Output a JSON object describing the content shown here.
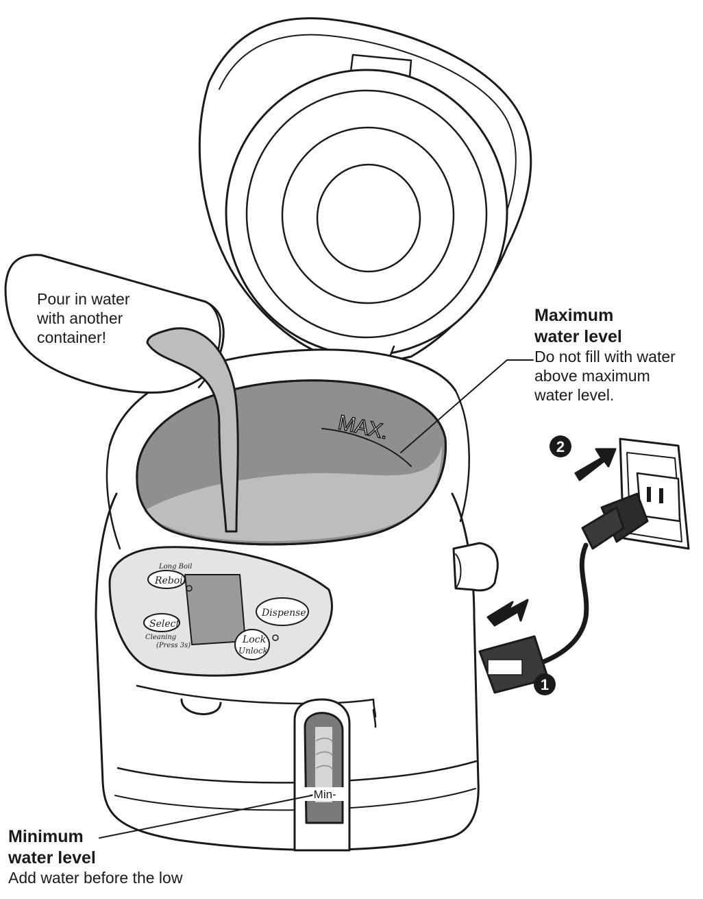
{
  "pour_note": [
    "Pour in water",
    "with another",
    "container!"
  ],
  "max_label": {
    "title": [
      "Maximum",
      "water level"
    ],
    "desc": [
      "Do not fill with water",
      "above maximum",
      "water level."
    ]
  },
  "min_label": {
    "title": [
      "Minimum",
      "water level"
    ],
    "desc": [
      "Add water before the low"
    ]
  },
  "max_mark_text": "MAX.",
  "min_mark_text": "-Min-",
  "control_panel": {
    "long_boil": "Long Boil",
    "reboil": "Reboil",
    "select": "Select",
    "cleaning": "Cleaning",
    "press3s": "(Press 3s)",
    "dispense": "Dispense",
    "lock": "Lock",
    "unlock": "Unlock"
  },
  "steps": {
    "step1": "1",
    "step2": "2"
  },
  "colors": {
    "line": "#1a1a1a",
    "panel": "#e4e4e4",
    "water": "#bdbdbd",
    "inner": "#8f8f8f",
    "window": "#7a7a7a"
  }
}
